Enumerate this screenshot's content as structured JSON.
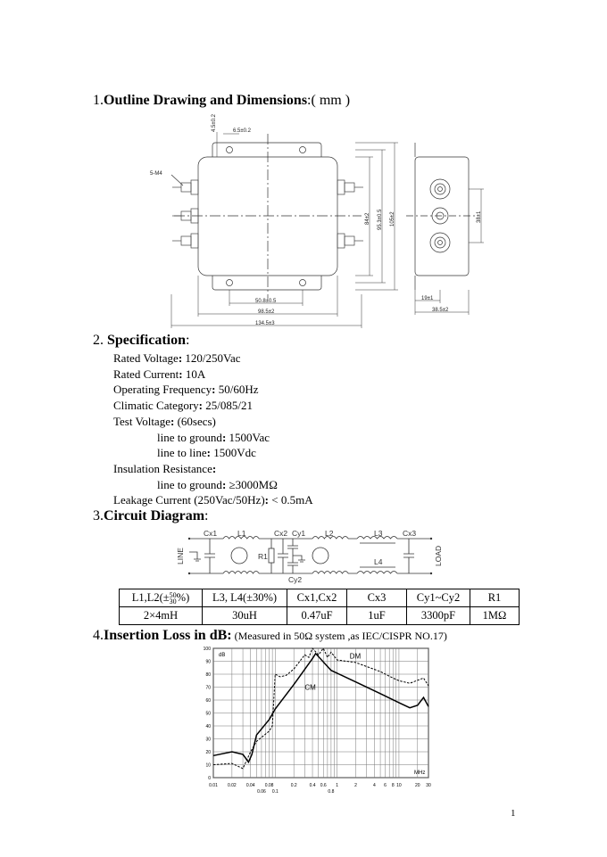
{
  "section1": {
    "num": "1.",
    "title": "Outline Drawing and Dimensions",
    "unit": ":( mm )"
  },
  "drawing": {
    "thread_label": "5-M4",
    "dims": {
      "top_hole": "6.5±0.2",
      "top_offset": "4.5±0.2",
      "d84": "84±2",
      "d95": "95.3±0.5",
      "d105": "105±2",
      "d38": "38±1",
      "d50": "50.8±0.5",
      "d98": "98.5±2",
      "d134": "134.5±3",
      "d19": "19±1",
      "d38_5": "38.5±2"
    }
  },
  "section2": {
    "num": "2. ",
    "title": "Specification",
    "colon": ":"
  },
  "spec": [
    {
      "label": "Rated Voltage",
      "value": " 120/250Vac",
      "indent": 0
    },
    {
      "label": "Rated Current",
      "value": " 10A",
      "indent": 0
    },
    {
      "label": "Operating Frequency",
      "value": " 50/60Hz",
      "indent": 0
    },
    {
      "label": "Climatic Category",
      "value": " 25/085/21",
      "indent": 0
    },
    {
      "label": "Test Voltage",
      "value": " (60secs)",
      "indent": 0
    },
    {
      "label": "line to ground",
      "value": " 1500Vac",
      "indent": 1
    },
    {
      "label": "line to line",
      "value": " 1500Vdc",
      "indent": 1
    },
    {
      "label": "Insulation Resistance",
      "value": "",
      "indent": 0
    },
    {
      "label": "line to ground",
      "value": "  ≥3000MΩ",
      "indent": 1
    },
    {
      "label": "Leakage Current (250Vac/50Hz)",
      "value": " < 0.5mA",
      "indent": 0
    }
  ],
  "section3": {
    "num": "3.",
    "title": "Circuit Diagram",
    "colon": ":"
  },
  "circuit": {
    "labels": {
      "cx1": "Cx1",
      "l1": "L1",
      "cx2": "Cx2",
      "cy1": "Cy1",
      "l2": "L2",
      "l3": "L3",
      "cx3": "Cx3",
      "r1": "R1",
      "l4": "L4",
      "cy2": "Cy2",
      "line": "LINE",
      "load": "LOAD"
    }
  },
  "table": {
    "headers": [
      "L1,L2(±",
      "L3, L4(±30%)",
      "Cx1,Cx2",
      "Cx3",
      "Cy1~Cy2",
      "R1"
    ],
    "tol_sup": "50",
    "tol_sub": "30",
    "tol_end": "%)",
    "values": [
      "2×4mH",
      "30uH",
      "0.47uF",
      "1uF",
      "3300pF",
      "1MΩ"
    ]
  },
  "section4": {
    "num": "4.",
    "title": "Insertion Loss in dB:",
    "note": " (Measured in 50Ω  system ,as IEC/CISPR NO.17)"
  },
  "chart_data": {
    "type": "line",
    "ylabel": "dB",
    "xlabel": "MHz",
    "x_scale": "log",
    "xlim": [
      0.01,
      30
    ],
    "ylim": [
      0,
      100
    ],
    "grid": true,
    "x_ticks": [
      "0.01",
      "0.02",
      "0.04",
      "0.06",
      "0.08",
      "0.1",
      "0.2",
      "0.4",
      "0.6",
      "0.8",
      "1",
      "2",
      "4",
      "6",
      "8",
      "10",
      "20",
      "30"
    ],
    "y_ticks": [
      "0",
      "10",
      "20",
      "30",
      "40",
      "50",
      "60",
      "70",
      "80",
      "90",
      "100"
    ],
    "series": [
      {
        "name": "CM",
        "style": "solid",
        "x": [
          0.01,
          0.02,
          0.03,
          0.037,
          0.042,
          0.05,
          0.08,
          0.1,
          0.2,
          0.4,
          0.45,
          0.8,
          2,
          5,
          10,
          15,
          20,
          25,
          30
        ],
        "y": [
          17,
          20,
          18,
          12,
          18,
          33,
          45,
          53,
          72,
          92,
          96,
          83,
          74,
          65,
          58,
          54,
          56,
          62,
          55
        ]
      },
      {
        "name": "DM",
        "style": "dashed",
        "x": [
          0.01,
          0.02,
          0.03,
          0.04,
          0.05,
          0.08,
          0.09,
          0.1,
          0.12,
          0.15,
          0.2,
          0.3,
          0.35,
          0.4,
          0.5,
          0.6,
          0.7,
          0.8,
          1,
          2,
          5,
          8,
          10,
          15,
          25,
          30
        ],
        "y": [
          10,
          11,
          7,
          20,
          28,
          36,
          40,
          80,
          78,
          79,
          84,
          95,
          93,
          100,
          95,
          100,
          93,
          97,
          91,
          89,
          82,
          77,
          75,
          73,
          77,
          71
        ]
      }
    ]
  },
  "page_number": "1"
}
